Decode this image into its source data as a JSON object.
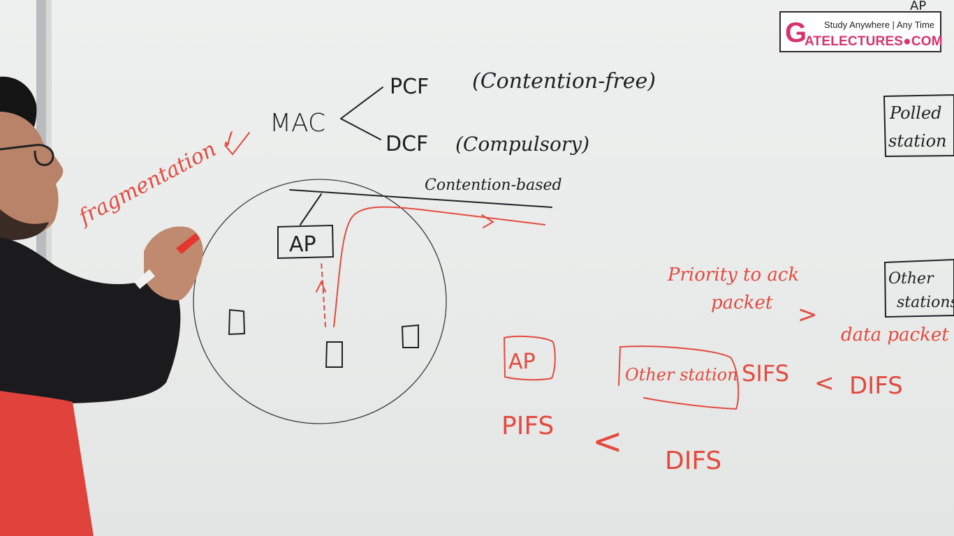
{
  "logo": {
    "tagline": "Study Anywhere | Any Time",
    "brand_letter": "G",
    "brand_rest": "ATELECTURES●COM"
  },
  "board": {
    "mac": "MAC",
    "pcf": "PCF",
    "pcf_note": "(Contention-free)",
    "dcf": "DCF",
    "dcf_note": "(Compulsory)",
    "contention_based": "Contention-based",
    "fragmentation": "fragmentation ✓",
    "ap_main": "AP",
    "priority_line1": "Priority to ack",
    "priority_line2": "packet",
    "greater": ">",
    "data_packet": "data packet",
    "ap_box2": "AP",
    "other_station_box": "Other station",
    "sifs": "SIFS",
    "lt1": "<",
    "difs1": "DIFS",
    "pifs": "PIFS",
    "lt2": "<",
    "difs2": "DIFS",
    "polled_line1": "Polled",
    "polled_line2": "station",
    "other_line1": "Other",
    "other_line2": "stations",
    "top_corner": "AP"
  },
  "colors": {
    "board": "#eceeed",
    "marker_black": "#1f1f22",
    "marker_red": "#e34a3f",
    "brand_pink": "#d6336c"
  }
}
